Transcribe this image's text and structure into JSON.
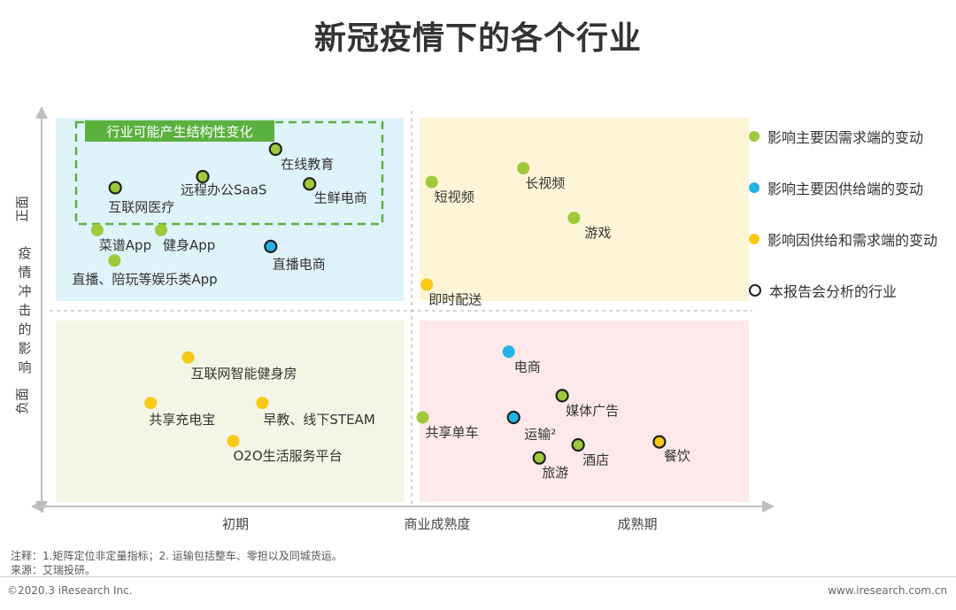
{
  "title": "新冠疫情下的各个行业",
  "colors": {
    "demand": "#9dc93a",
    "supply": "#22b4e6",
    "both": "#f9c915",
    "outline": "#222222",
    "q_top_left": "#dff3fb",
    "q_top_right": "#fdf5d6",
    "q_bottom_left": "#f3f6e4",
    "q_bottom_right": "#fde8ea",
    "dash_green": "#5bb140"
  },
  "chart_data": {
    "type": "scatter",
    "title": "新冠疫情下的各个行业",
    "xlabel": "商业成熟度",
    "ylabel": "疫情冲击的影响",
    "x_ticks": [
      "初期",
      "成熟期"
    ],
    "y_ticks": [
      "正面",
      "负面"
    ],
    "xlim": [
      0,
      100
    ],
    "ylim": [
      0,
      100
    ],
    "grid": false,
    "legend_position": "right",
    "highlight_box_label": "行业可能产生结构性变化",
    "series": [
      {
        "name": "影响主要因需求端的变动",
        "color": "#9dc93a"
      },
      {
        "name": "影响主要因供给端的变动",
        "color": "#22b4e6"
      },
      {
        "name": "影响因供给和需求端的变动",
        "color": "#f9c915"
      },
      {
        "name": "本报告会分析的行业",
        "color": "#222222"
      }
    ],
    "points": [
      {
        "label": "在线教育",
        "x": 31.8,
        "y": 92.0,
        "type": "demand",
        "outlined": true
      },
      {
        "label": "远程办公SaaS",
        "x": 21.3,
        "y": 84.8,
        "type": "demand",
        "outlined": true
      },
      {
        "label": "生鲜电商",
        "x": 36.7,
        "y": 82.9,
        "type": "demand",
        "outlined": true
      },
      {
        "label": "互联网医疗",
        "x": 8.7,
        "y": 81.9,
        "type": "demand",
        "outlined": true
      },
      {
        "label": "菜谱App",
        "x": 6.1,
        "y": 70.8,
        "type": "demand",
        "outlined": false
      },
      {
        "label": "健身App",
        "x": 15.3,
        "y": 70.8,
        "type": "demand",
        "outlined": false
      },
      {
        "label": "直播电商",
        "x": 31.1,
        "y": 66.5,
        "type": "supply",
        "outlined": true
      },
      {
        "label": "直播、陪玩等娱乐类App",
        "x": 8.6,
        "y": 62.8,
        "type": "demand",
        "outlined": false
      },
      {
        "label": "长视频",
        "x": 67.5,
        "y": 87.0,
        "type": "demand",
        "outlined": false
      },
      {
        "label": "短视频",
        "x": 54.3,
        "y": 83.4,
        "type": "demand",
        "outlined": false
      },
      {
        "label": "游戏",
        "x": 74.8,
        "y": 74.0,
        "type": "demand",
        "outlined": false
      },
      {
        "label": "即时配送",
        "x": 53.6,
        "y": 56.5,
        "type": "both",
        "outlined": false
      },
      {
        "label": "电商",
        "x": 65.4,
        "y": 38.9,
        "type": "supply",
        "outlined": false
      },
      {
        "label": "互联网智能健身房",
        "x": 19.2,
        "y": 37.4,
        "type": "both",
        "outlined": false
      },
      {
        "label": "共享充电宝",
        "x": 13.8,
        "y": 25.5,
        "type": "both",
        "outlined": false
      },
      {
        "label": "早教、线下STEAM",
        "x": 29.9,
        "y": 25.5,
        "type": "both",
        "outlined": false
      },
      {
        "label": "媒体广告",
        "x": 73.1,
        "y": 27.4,
        "type": "demand",
        "outlined": true
      },
      {
        "label": "共享单车",
        "x": 53.0,
        "y": 21.7,
        "type": "demand",
        "outlined": false
      },
      {
        "label": "运输²",
        "x": 66.1,
        "y": 21.7,
        "type": "supply",
        "outlined": true
      },
      {
        "label": "O2O生活服务平台",
        "x": 25.7,
        "y": 15.5,
        "type": "both",
        "outlined": false
      },
      {
        "label": "酒店",
        "x": 75.4,
        "y": 14.5,
        "type": "demand",
        "outlined": true
      },
      {
        "label": "餐饮",
        "x": 87.1,
        "y": 15.3,
        "type": "both",
        "outlined": true
      },
      {
        "label": "旅游",
        "x": 69.8,
        "y": 11.1,
        "type": "demand",
        "outlined": true
      }
    ]
  },
  "notes": {
    "line1": "注释：1.矩阵定位非定量指标；2. 运输包括整车、零担以及同城货运。",
    "line2": "来源：艾瑞投研。"
  },
  "footer": {
    "copyright": "©2020.3 iResearch Inc.",
    "website": "www.iresearch.com.cn"
  }
}
